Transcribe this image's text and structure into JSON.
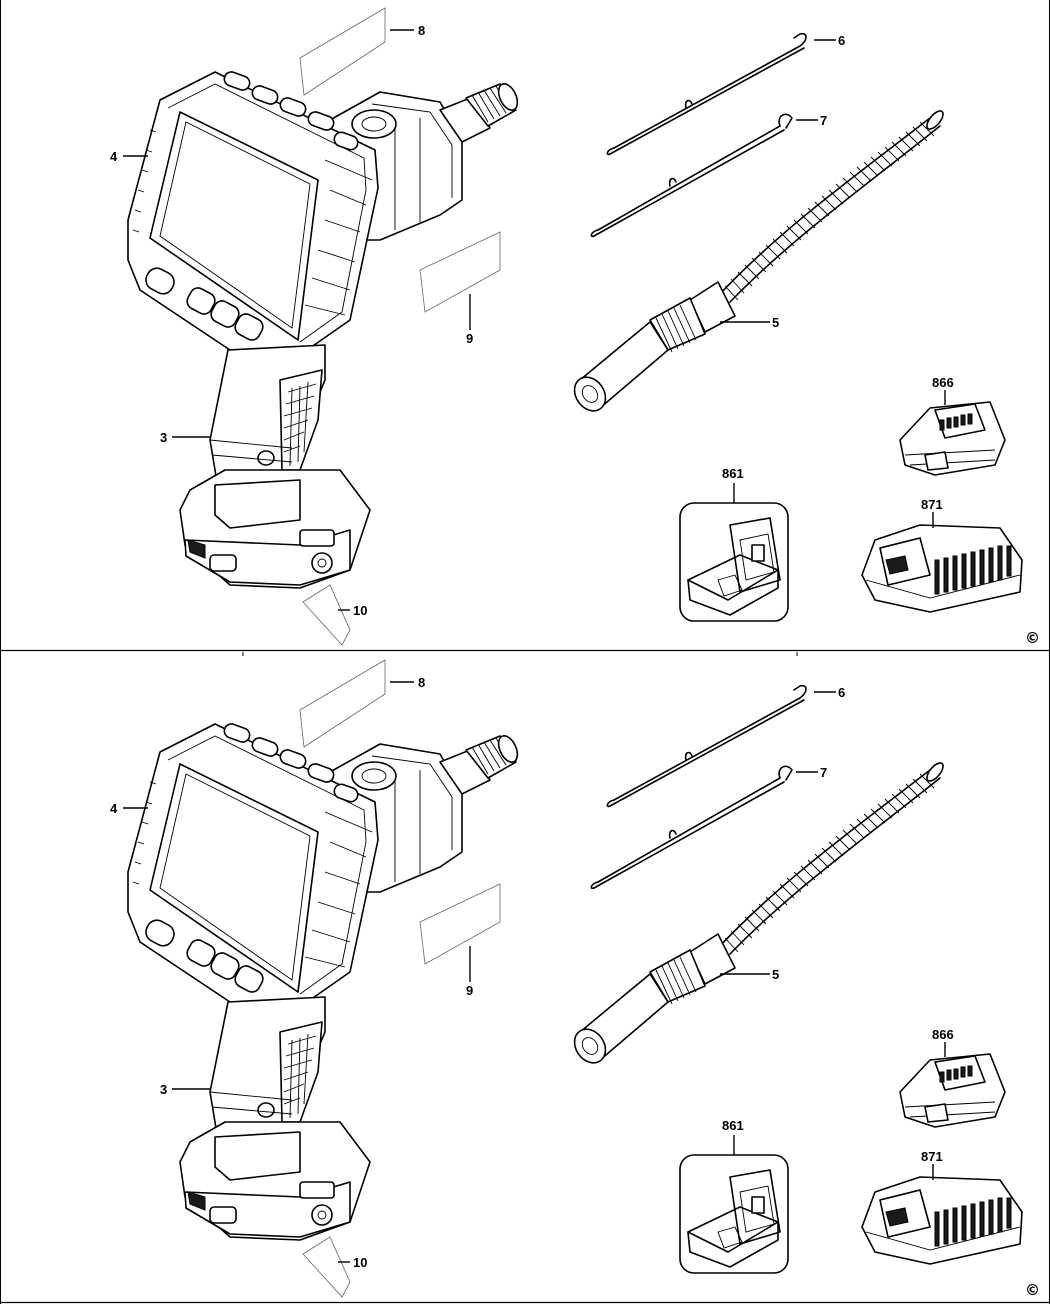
{
  "panels": [
    {
      "callouts": {
        "p3": "3",
        "p4": "4",
        "p5": "5",
        "p6": "6",
        "p7": "7",
        "p8": "8",
        "p9": "9",
        "p10": "10",
        "p861": "861",
        "p866": "866",
        "p871": "871"
      },
      "copyright": "©"
    },
    {
      "callouts": {
        "p3": "3",
        "p4": "4",
        "p5": "5",
        "p6": "6",
        "p7": "7",
        "p8": "8",
        "p9": "9",
        "p10": "10",
        "p861": "861",
        "p866": "866",
        "p871": "871"
      },
      "copyright": "©"
    }
  ],
  "colors": {
    "line": "#000000",
    "background": "#ffffff",
    "label_box_border": "#666666"
  }
}
